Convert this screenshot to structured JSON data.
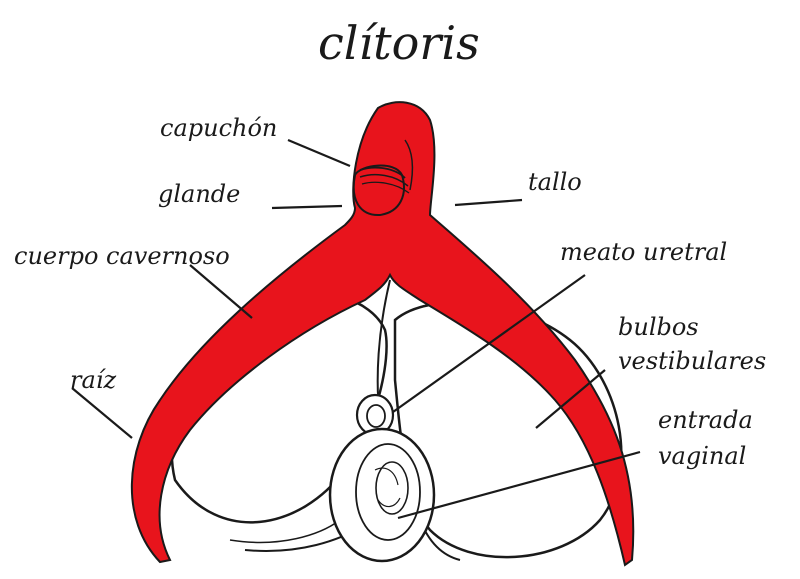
{
  "title": "clítoris",
  "labels": {
    "capuchon": "capuchón",
    "glande": "glande",
    "tallo": "tallo",
    "cuerpo_cavernoso": "cuerpo cavernoso",
    "meato_uretral": "meato uretral",
    "bulbos_vestibulares": "bulbos vestibulares",
    "raiz": "raíz",
    "entrada_vaginal": "entrada vaginal"
  },
  "colors": {
    "clitoris": "#e8141c",
    "outline": "#1a1a1a",
    "background": "#ffffff"
  }
}
